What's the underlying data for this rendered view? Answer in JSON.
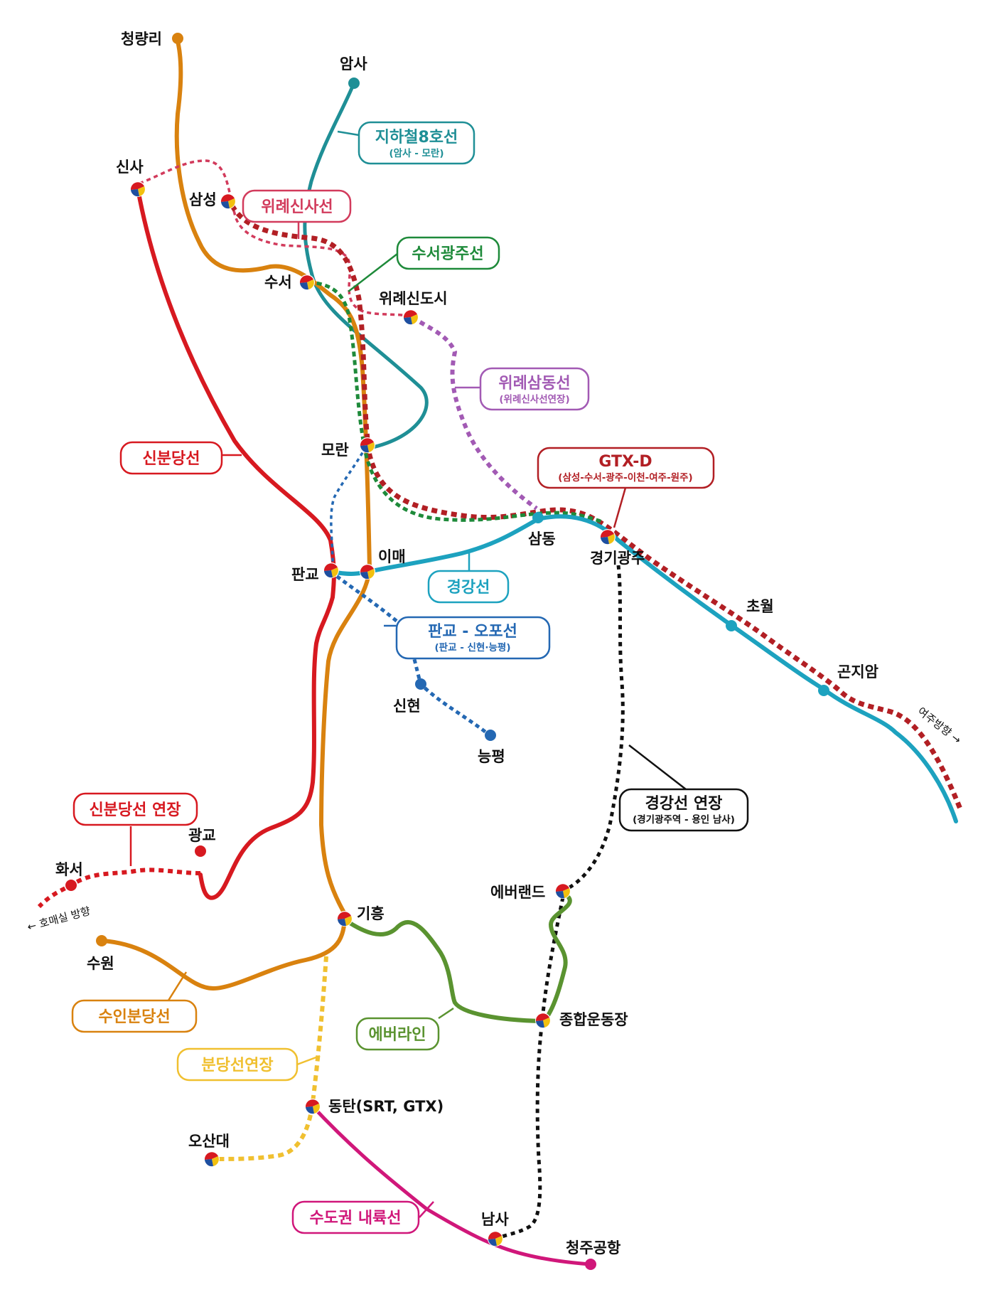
{
  "colors": {
    "line8": "#1f8f96",
    "wirye_sinsa": "#d23b5c",
    "suseo_gwangju": "#1e8a3a",
    "wirye_samdong": "#a25ab4",
    "gtx_d": "#b21f24",
    "sinbundang": "#d71920",
    "suin_bundang": "#d9820f",
    "gyeonggang": "#1da2bf",
    "pangyo_opo": "#2468b3",
    "gyeonggang_ext": "#111111",
    "everline": "#5a9330",
    "bundang_ext": "#f0c030",
    "inland": "#d0177a",
    "sinbundang_ext": "#d71920"
  },
  "stations": {
    "cheongnyangni": "청량리",
    "amsa": "암사",
    "sinsa": "신사",
    "samseong": "삼성",
    "suseo": "수서",
    "wirye": "위례신도시",
    "moran": "모란",
    "samdong": "삼동",
    "gyeonggi_gwangju": "경기광주",
    "pangyo": "판교",
    "imae": "이매",
    "chowol": "초월",
    "gonjiam": "곤지암",
    "sinhyeon": "신현",
    "neungpyeong": "능평",
    "gwanggyo": "광교",
    "hwaseo": "화서",
    "everland": "에버랜드",
    "giheung": "기흥",
    "suwon": "수원",
    "sports_complex": "종합운동장",
    "dongtan": "동탄(SRT, GTX)",
    "osan": "오산대",
    "namsa": "남사",
    "cheongju_airport": "청주공항"
  },
  "directions": {
    "yeoju": "여주방향 →",
    "homaesil": "← 호매실 방향"
  },
  "lines": {
    "line8": {
      "title": "지하철8호선",
      "sub": "(암사 - 모란)"
    },
    "wirye_sinsa": {
      "title": "위례신사선"
    },
    "suseo_gwangju": {
      "title": "수서광주선"
    },
    "wirye_samdong": {
      "title": "위례삼동선",
      "sub": "(위례신사선연장)"
    },
    "gtx_d": {
      "title": "GTX-D",
      "sub": "(삼성-수서-광주-이천-여주-원주)"
    },
    "sinbundang": {
      "title": "신분당선"
    },
    "gyeonggang": {
      "title": "경강선"
    },
    "pangyo_opo": {
      "title": "판교 - 오포선",
      "sub": "(판교 - 신현·능평)"
    },
    "gyeonggang_ext": {
      "title": "경강선 연장",
      "sub": "(경기광주역 - 용인 남사)"
    },
    "sinbundang_ext": {
      "title": "신분당선 연장"
    },
    "suin_bundang": {
      "title": "수인분당선"
    },
    "everline": {
      "title": "에버라인"
    },
    "bundang_ext": {
      "title": "분당선연장"
    },
    "inland": {
      "title": "수도권 내륙선"
    }
  }
}
